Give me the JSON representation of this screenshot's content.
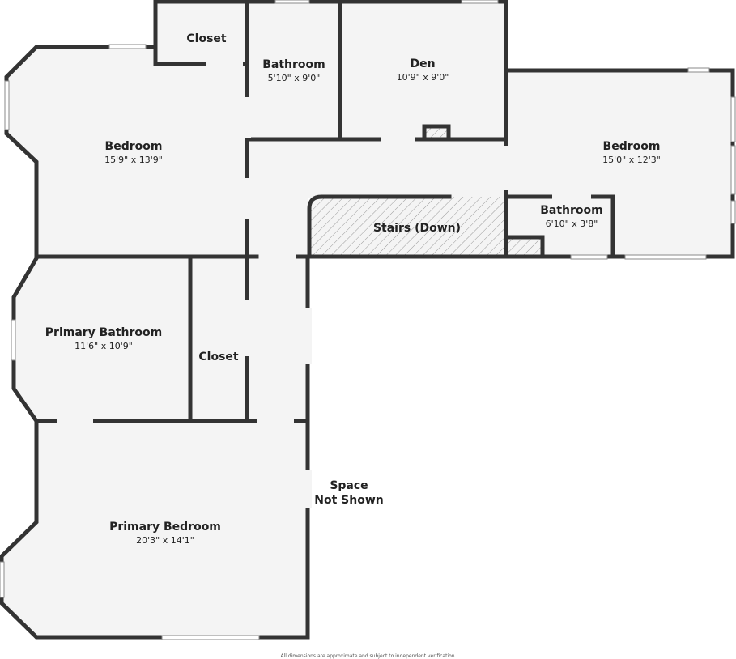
{
  "rooms": {
    "closet_top": {
      "name": "Closet"
    },
    "bathroom_top": {
      "name": "Bathroom",
      "dims": "5'10\" x 9'0\""
    },
    "den": {
      "name": "Den",
      "dims": "10'9\" x 9'0\""
    },
    "bedroom_right": {
      "name": "Bedroom",
      "dims": "15'0\" x 12'3\""
    },
    "bedroom_left": {
      "name": "Bedroom",
      "dims": "15'9\" x 13'9\""
    },
    "bathroom_small": {
      "name": "Bathroom",
      "dims": "6'10\" x 3'8\""
    },
    "stairs": {
      "name": "Stairs (Down)"
    },
    "primary_bathroom": {
      "name": "Primary Bathroom",
      "dims": "11'6\" x 10'9\""
    },
    "closet_mid": {
      "name": "Closet"
    },
    "primary_bedroom": {
      "name": "Primary Bedroom",
      "dims": "20'3\" x 14'1\""
    }
  },
  "space_not_shown": {
    "line1": "Space",
    "line2": "Not Shown"
  },
  "disclaimer": "All dimensions are approximate and subject to independent verification."
}
